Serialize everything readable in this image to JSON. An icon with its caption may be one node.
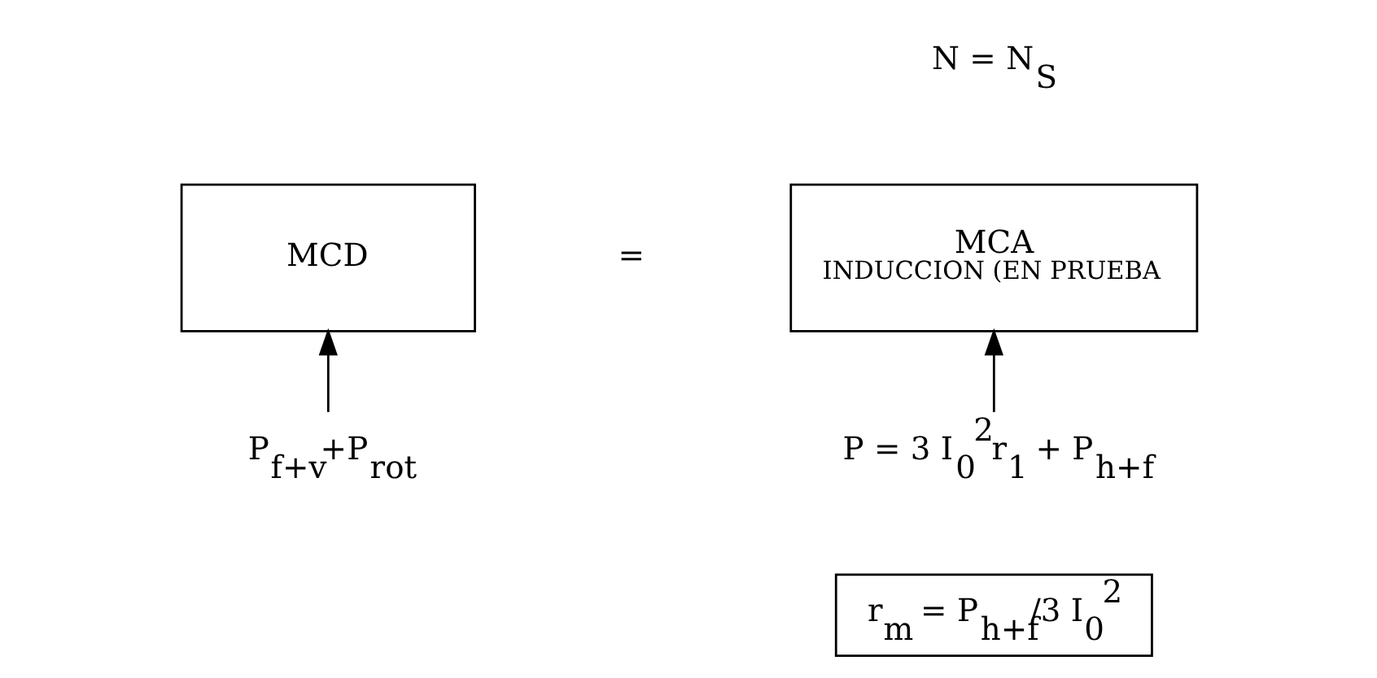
{
  "diagram": {
    "nodes": [
      {
        "text": [
          "MCD"
        ]
      },
      {
        "text": [
          "MCA",
          "INDUCCION (EN PRUEBA"
        ]
      },
      {
        "text": [
          "P$_{f+v}$+P$_{rot}$"
        ]
      },
      {
        "text": [
          "P = 3 I$_{0}$$^{2}$r$_{1}$ + P$_{h+f}$"
        ]
      },
      {
        "text": [
          "r$_{m}$ = P$_{h+f}$/3 I$_{0}$$^{2}$"
        ]
      }
    ],
    "edges": [
      {
        "from": 2,
        "to": 0,
        "arrow": "to"
      },
      {
        "from": 3,
        "to": 1,
        "arrow": "to"
      }
    ],
    "labels": [
      "N = N$_{S}$",
      "="
    ]
  }
}
